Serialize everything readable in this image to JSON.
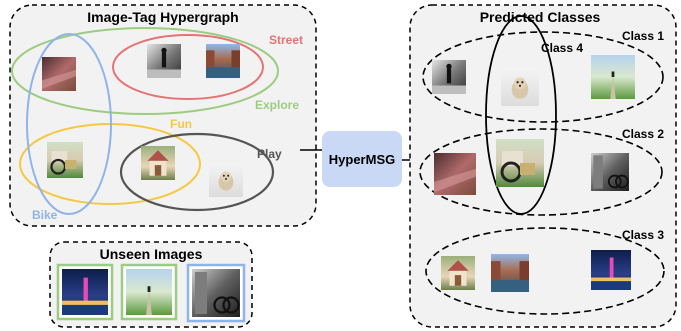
{
  "hypergraph_panel": {
    "title": "Image-Tag Hypergraph"
  },
  "tags": {
    "street": {
      "label": "Street",
      "color": "#e57373"
    },
    "explore": {
      "label": "Explore",
      "color": "#9ccc80"
    },
    "fun": {
      "label": "Fun",
      "color": "#f5c842"
    },
    "play": {
      "label": "Play",
      "color": "#555555"
    },
    "bike": {
      "label": "Bike",
      "color": "#8fb4e8"
    }
  },
  "unseen_panel": {
    "title": "Unseen Images",
    "frame_colors": [
      "#9ccc80",
      "#9ccc80",
      "#8fb4e8"
    ]
  },
  "model": {
    "label": "HyperMSG",
    "color": "#c8d8f5"
  },
  "predicted_panel": {
    "title": "Predicted Classes",
    "classes": [
      "Class 1",
      "Class 2",
      "Class 3",
      "Class 4"
    ]
  },
  "images": [
    "blurred pink road",
    "black-and-white street walker",
    "canal with bridges",
    "bicycle basket on grass",
    "playhouse in yard",
    "small white dog",
    "night city with pink tower",
    "path through green field",
    "alley with bicycle"
  ]
}
